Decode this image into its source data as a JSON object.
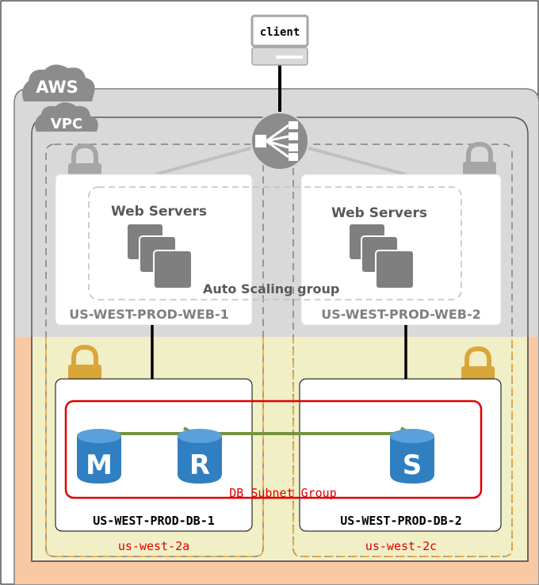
{
  "client_label": "client",
  "aws_label": "AWS",
  "vpc_label": "VPC",
  "web_servers_label_1": "Web Servers",
  "web_servers_label_2": "Web Servers",
  "asg_label": "Auto Scaling group",
  "web_subnet_1": "US-WEST-PROD-WEB-1",
  "web_subnet_2": "US-WEST-PROD-WEB-2",
  "db_subnet_1": "US-WEST-PROD-DB-1",
  "db_subnet_2": "US-WEST-PROD-DB-2",
  "db_subnet_group": "DB Subnet Group",
  "az_1": "us-west-2a",
  "az_2": "us-west-2c",
  "db_master": "M",
  "db_replica": "R",
  "db_standby": "S",
  "colors": {
    "aws_fill": "#d9d9d9",
    "private_band": "#f1efc6",
    "peach_band": "#f9c9a3",
    "db_blue": "#2f7fc1",
    "replication_arrow": "#77933c",
    "subnet_group_border": "#e00000",
    "az_label": "#e00000",
    "lock_gold": "#d9a63a",
    "lock_gray": "#a6a6a6"
  }
}
